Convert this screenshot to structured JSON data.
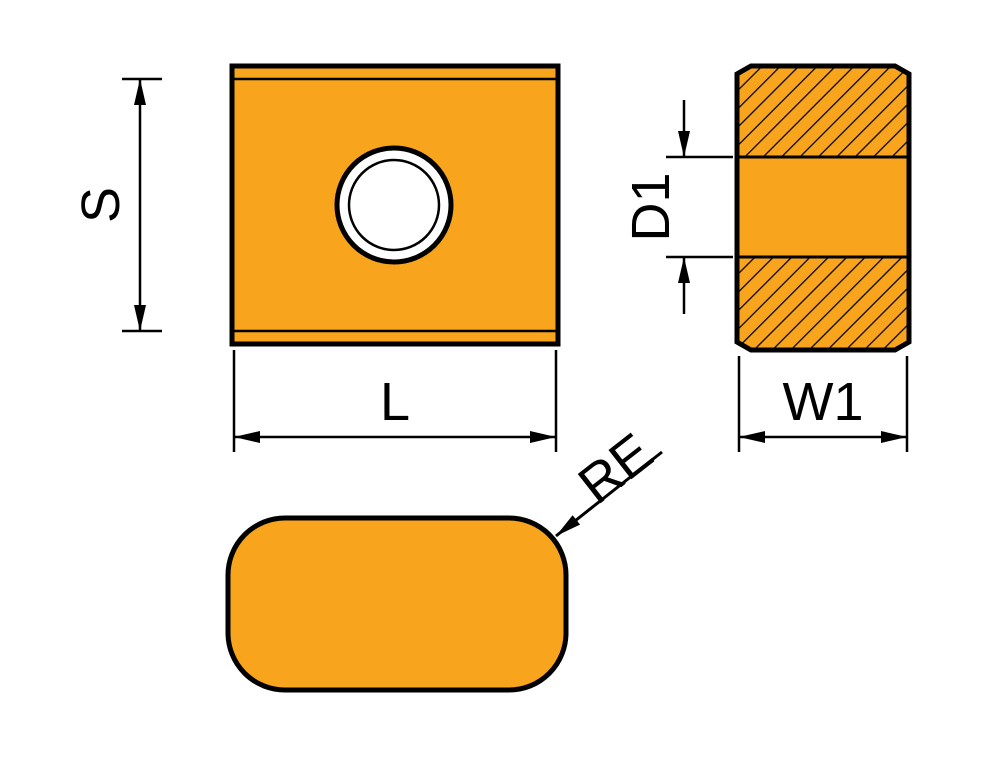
{
  "drawing": {
    "labels": {
      "s": "S",
      "l": "L",
      "d1": "D1",
      "w1": "W1",
      "re": "RE"
    },
    "colors": {
      "insert_fill": "#F8A41D",
      "outline": "#000000",
      "hole_fill": "#FFFFFF",
      "background": "#FFFFFF"
    }
  }
}
